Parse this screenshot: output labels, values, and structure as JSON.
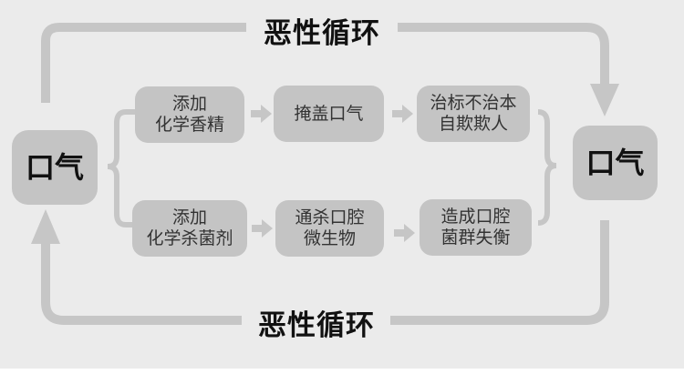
{
  "colors": {
    "background": "#ebebeb",
    "box": "#c4c4c4",
    "line": "#c6c6c6"
  },
  "loop_top": "恶性循环",
  "loop_bottom": "恶性循环",
  "left_node": "口气",
  "right_node": "口气",
  "top_flow": [
    {
      "lines": [
        "添加",
        "化学香精"
      ]
    },
    {
      "lines": [
        "掩盖口气"
      ]
    },
    {
      "lines": [
        "治标不治本",
        "自欺欺人"
      ]
    }
  ],
  "bottom_flow": [
    {
      "lines": [
        "添加",
        "化学杀菌剂"
      ]
    },
    {
      "lines": [
        "通杀口腔",
        "微生物"
      ]
    },
    {
      "lines": [
        "造成口腔",
        "菌群失衡"
      ]
    }
  ]
}
